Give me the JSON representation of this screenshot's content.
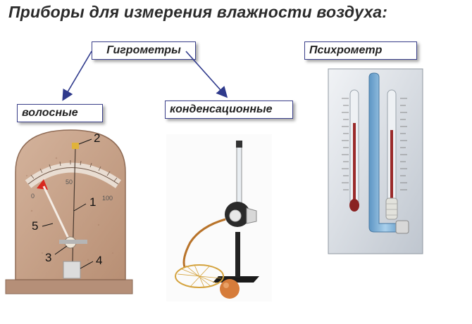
{
  "title": "Приборы для измерения влажности воздуха:",
  "labels": {
    "hygrometers": "Гигрометры",
    "psychrometer": "Психрометр",
    "hair": "волосные",
    "condensation": "конденсационные"
  },
  "hair_hygrometer": {
    "callouts": [
      "1",
      "2",
      "3",
      "4",
      "5"
    ],
    "scale": [
      "0",
      "50",
      "100"
    ]
  },
  "icons": [
    "arrow-icon",
    "hair-hygrometer-image",
    "condensation-hygrometer-image",
    "psychrometer-image"
  ],
  "colors": {
    "arrow": "#2f3a8c",
    "box_border": "#3a3f8a",
    "wood": "#c9a48a",
    "liquid_blue": "#7fb3d9",
    "mercury_red": "#9a2a2a"
  }
}
